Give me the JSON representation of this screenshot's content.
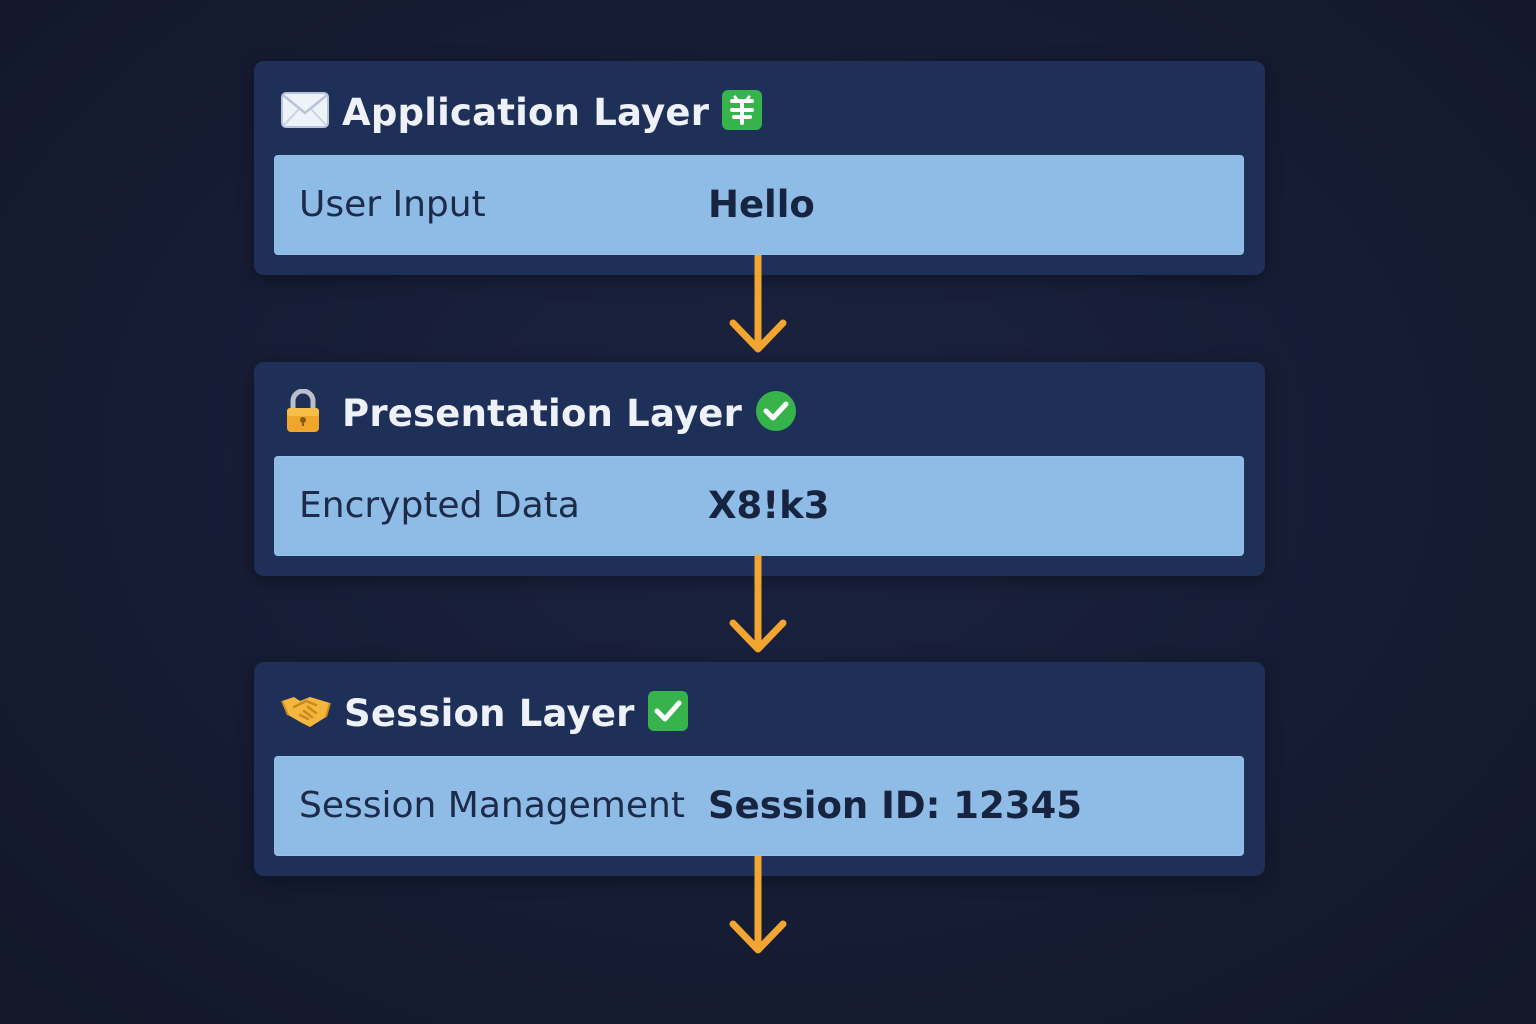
{
  "layers": [
    {
      "title": "Application Layer",
      "icon": "envelope-icon",
      "status_icon": "green-square-symbol-icon",
      "row_label": "User Input",
      "row_value": "Hello"
    },
    {
      "title": "Presentation Layer",
      "icon": "lock-icon",
      "status_icon": "check-circle-icon",
      "row_label": "Encrypted Data",
      "row_value": "X8!k3"
    },
    {
      "title": "Session Layer",
      "icon": "handshake-icon",
      "status_icon": "check-square-icon",
      "row_label": "Session Management",
      "row_value": "Session ID: 12345"
    }
  ],
  "colors": {
    "background": "#161c34",
    "card": "#1f3058",
    "row": "#8fbbe7",
    "arrow": "#f2a530",
    "check": "#34b24a"
  }
}
